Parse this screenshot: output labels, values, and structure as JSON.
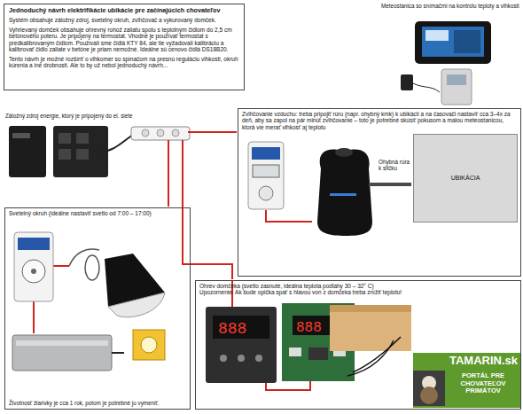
{
  "diagram": {
    "nodes": [
      {
        "text": [
          "Jednoduchý návrh elektrifikácie ubikácie pre začínajúcich chovateľov",
          "Systém obsahuje záložný zdroj, svetelný okruh, zvlhčovač a vykurovaný domček.",
          "Vyhrievaný domček obsahuje ohrevný rohož zaliatu spolu s teplotným čidlom do 2,5 cm betónového poteru. Je pripojený na termostat. Vhodné je používať termostat s predkalibrovaným čidlom. Používali sme čidlá KTY 84, ale tie vyžadovali kalibráciu a kalibrovať čidlo zaliate v betóne je priam nemožné. Ideálne sú cenovo čidlá DS18B20.",
          "Tento návrh je možné rozšíriť o vlhkomer so spínačom na presnú reguláciu vlhkosti, okruh kúrenia a iné drobnosti. Ale to by už nebol jednoduchý návrh..."
        ]
      },
      {
        "text": [
          "Zvlhčovanie vzduchu: treba pripojiť rúru (napr. ohybný kmk) k ubikácii a na časovači nastaviť cca 3–4x za deň, aby sa zapol na pár minút zvlhčovanie – toto je potrebné skúsiť pokusom a malou meteostanicou, ktorá vie merať vlhkosť aj teplotu",
          "Ohybná rúra k sitčku"
        ]
      },
      {
        "text": [
          "UBIKÁCIA"
        ],
        "in": 1
      },
      {
        "text": [
          "Svetelný okruh (ideálne nastaviť svetlo od 7:00 – 17:00)",
          "Životnosť žiarivky je cca 1 rok, potom je potrebné ju vymeniť."
        ]
      },
      {
        "text": [
          "Ohrev domčeka (svetlo zasnuté, ideálna teplota podlahy 30 – 32° C)",
          "Upozornenie: Ak bude opička spať s hlavou von z domčeka treba znížiť teplotu!"
        ]
      }
    ],
    "labels": [
      "Meteostanica so snímačmi na kontrolu teploty a vlhkosti",
      "Záložný zdroj energie, ktorý je pripojený do el. siete",
      "TAMARIN.sk",
      "PORTÁL PRE CHOVATEĽOV PRIMÁTOV"
    ]
  }
}
